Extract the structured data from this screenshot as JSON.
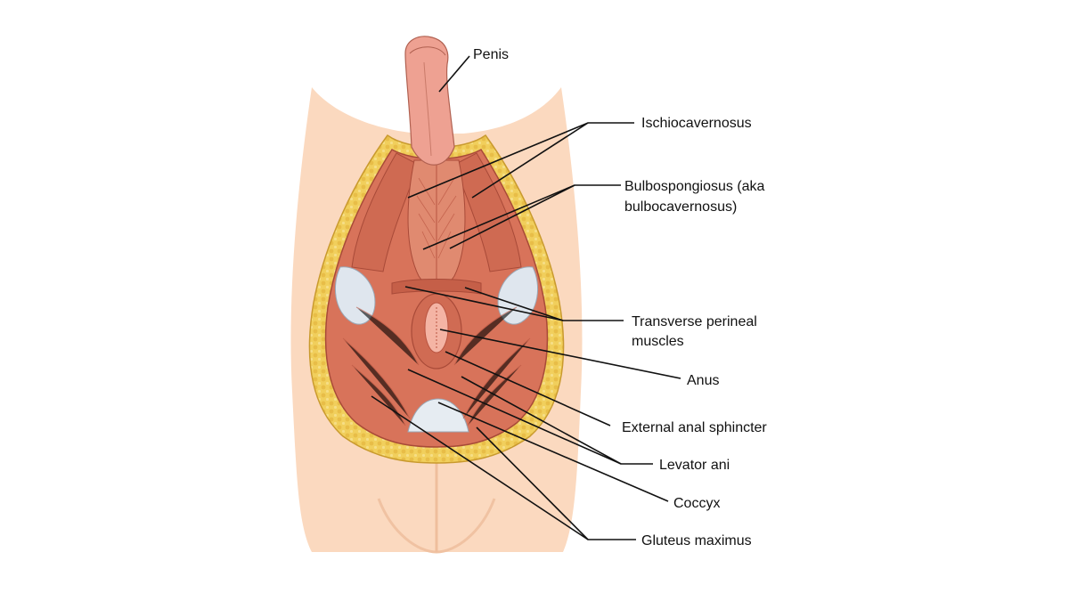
{
  "diagram": {
    "labels": {
      "penis": "Penis",
      "ischiocavernosus": "Ischiocavernosus",
      "bulbospongiosus_line1": "Bulbospongiosus (aka",
      "bulbospongiosus_line2": "bulbocavernosus)",
      "transverse_line1": "Transverse perineal",
      "transverse_line2": "muscles",
      "anus": "Anus",
      "external_anal_sphincter": "External anal sphincter",
      "levator_ani": "Levator ani",
      "coccyx": "Coccyx",
      "gluteus_maximus": "Gluteus maximus"
    },
    "colors": {
      "skin": "#fbd9bf",
      "skin_shadow": "#f3c7a6",
      "fat": "#f1cf5c",
      "fat_dot": "#e0b23c",
      "muscle": "#d8735a",
      "muscle_dark": "#b95440",
      "muscle_light": "#e69178",
      "fascia": "#dfe6ee",
      "penis": "#eea192",
      "anus": "#f4b4a4"
    }
  }
}
